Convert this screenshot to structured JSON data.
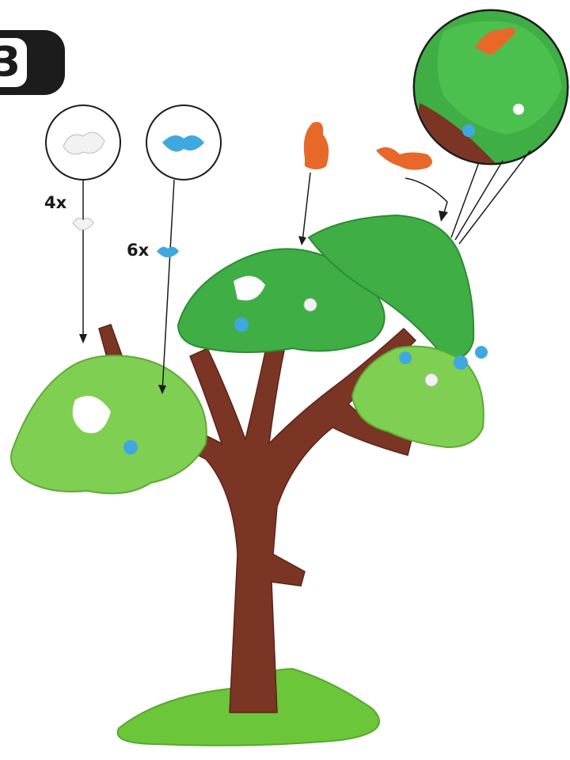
{
  "step": {
    "number": "3"
  },
  "parts": {
    "white_flower": {
      "quantity": "4x",
      "color": "#f2f2f2"
    },
    "blue_flower": {
      "quantity": "6x",
      "color": "#3fa8e0"
    }
  },
  "colors": {
    "trunk": "#7b3524",
    "leaf_dark": "#3fae45",
    "leaf_light": "#7fcf52",
    "base": "#6cc63a",
    "squirrel": "#e8682a"
  },
  "icons": [
    "white-flower-icon",
    "blue-flower-icon",
    "squirrel-icon",
    "zoom-detail-icon"
  ]
}
